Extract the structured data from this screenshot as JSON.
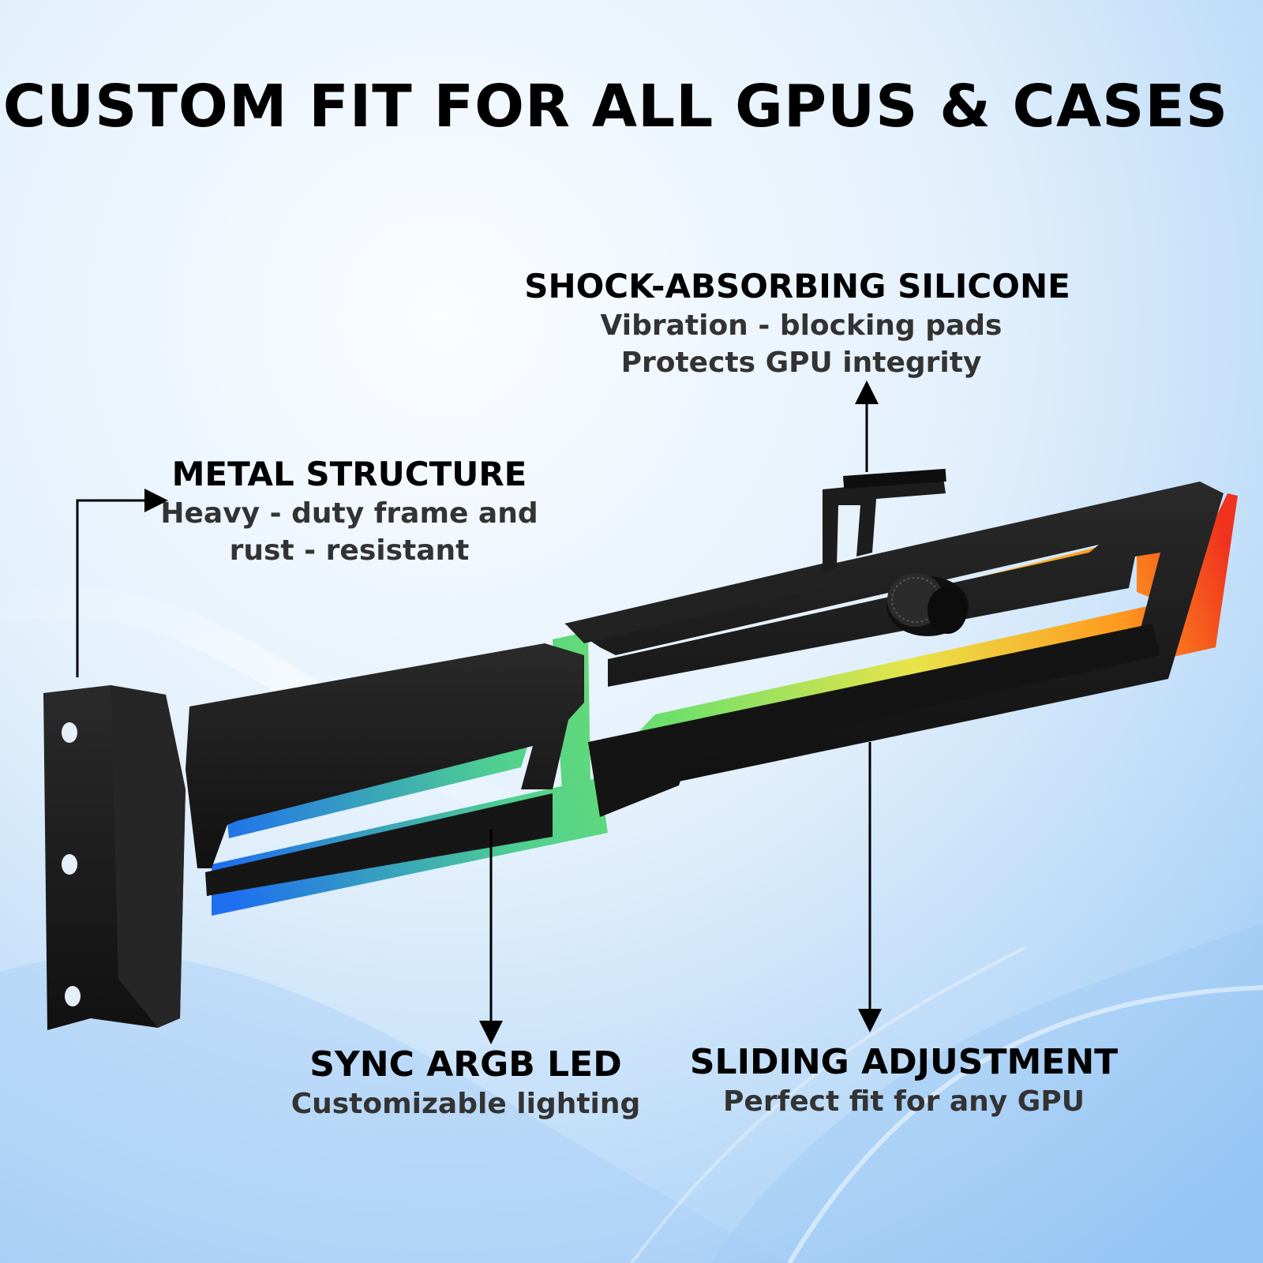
{
  "headline": "CUSTOM FIT FOR ALL GPUS & CASES",
  "callouts": {
    "silicone": {
      "title": "SHOCK-ABSORBING SILICONE",
      "line1": "Vibration - blocking pads",
      "line2": "Protects GPU integrity"
    },
    "metal": {
      "title": "METAL STRUCTURE",
      "line1": "Heavy - duty frame and",
      "line2": "rust - resistant"
    },
    "argb": {
      "title": "SYNC ARGB LED",
      "line1": "Customizable lighting"
    },
    "slide": {
      "title": "SLIDING ADJUSTMENT",
      "line1": "Perfect fit for any GPU"
    }
  },
  "colors": {
    "background_light": "#f4f9fe",
    "background_blue": "#8ec3f5",
    "frame_black": "#1b1b1b",
    "rgb_blue": "#1e6ef0",
    "rgb_green": "#6fe06a",
    "rgb_yellow": "#e8e44a",
    "rgb_orange": "#ff9a1f",
    "rgb_red": "#f0321e",
    "headline_text": "#000000",
    "body_text": "#333333"
  }
}
